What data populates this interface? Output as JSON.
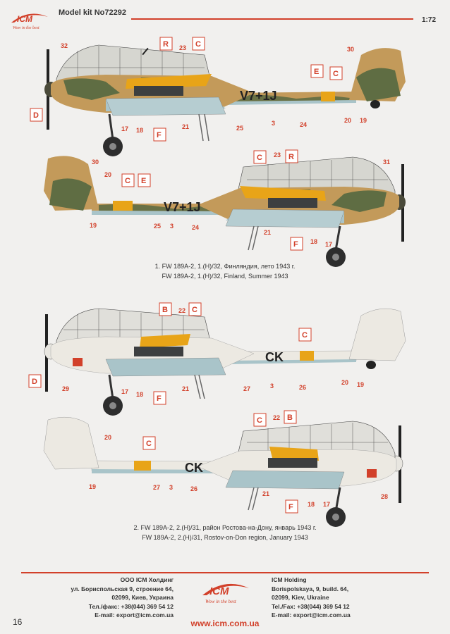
{
  "header": {
    "brand": "ICM",
    "tagline": "Wow in the best",
    "title": "Model kit No72292",
    "scale": "1:72"
  },
  "colors": {
    "accent": "#d2402a",
    "camo_sand": "#c39a5a",
    "camo_green": "#5f6d43",
    "underside_blue": "#a9c4c9",
    "winter_white": "#ece9e2",
    "rlm_yellow": "#e8a418"
  },
  "scheme1": {
    "caption_ru": "1. FW 189A-2, 1.(H)/32, Финляндия, лето 1943 г.",
    "caption_en": "FW 189A-2, 1.(H)/32, Finland, Summer 1943",
    "top_view": {
      "code": "V7+1J",
      "letter_labels": [
        "R",
        "C",
        "E",
        "C",
        "D",
        "F"
      ],
      "number_labels": [
        "32",
        "23",
        "30",
        "17",
        "18",
        "21",
        "25",
        "3",
        "24",
        "20",
        "19"
      ]
    },
    "bottom_view": {
      "code": "V7+1J",
      "letter_labels": [
        "C",
        "R",
        "C",
        "E",
        "F"
      ],
      "number_labels": [
        "23",
        "31",
        "30",
        "20",
        "19",
        "25",
        "3",
        "24",
        "21",
        "18",
        "17"
      ]
    }
  },
  "scheme2": {
    "caption_ru": "2. FW 189A-2, 2.(H)/31, район Ростова-на-Дону, январь 1943 г.",
    "caption_en": "FW 189A-2, 2.(H)/31, Rostov-on-Don region, January 1943",
    "top_view": {
      "code": "CK",
      "letter_labels": [
        "B",
        "C",
        "C",
        "D",
        "F"
      ],
      "number_labels": [
        "22",
        "29",
        "17",
        "18",
        "21",
        "27",
        "3",
        "26",
        "20",
        "19"
      ]
    },
    "bottom_view": {
      "code": "CK",
      "letter_labels": [
        "C",
        "B",
        "C",
        "F"
      ],
      "number_labels": [
        "22",
        "20",
        "19",
        "27",
        "3",
        "26",
        "21",
        "18",
        "17",
        "28"
      ]
    }
  },
  "footer": {
    "left_lines": [
      "ООО ICM Холдинг",
      "ул. Бориспольская 9, строение 64,",
      "02099, Киев, Украина",
      "Тел./факс: +38(044) 369 54 12",
      "E-mail: export@icm.com.ua"
    ],
    "right_lines": [
      "ICM Holding",
      "Borispolskaya, 9, build. 64,",
      "02099, Kiev, Ukraine",
      "Tel./Fax: +38(044) 369 54 12",
      "E-mail: export@icm.com.ua"
    ],
    "brand": "ICM",
    "tagline": "Wow in the best",
    "website": "www.icm.com.ua",
    "page_number": "16"
  }
}
